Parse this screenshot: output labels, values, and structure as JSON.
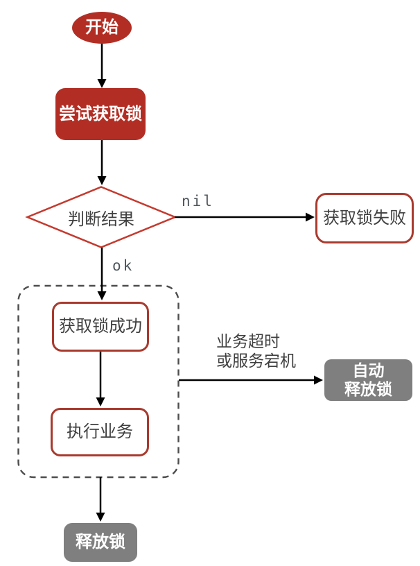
{
  "colors": {
    "red_fill": "#B22E24",
    "red_outline": "#A93A2E",
    "decision_border": "#C43A2E",
    "gray_fill": "#7F7F7F",
    "dashed_border": "#4D4D4D",
    "arrow": "#000000",
    "dark_text": "#404040",
    "edge_label_text": "#4F575C",
    "white_text": "#FFFFFF"
  },
  "nodes": {
    "start": {
      "label": "开始"
    },
    "try_acquire_lock": {
      "label": "尝试获取锁"
    },
    "judge_result": {
      "label": "判断结果"
    },
    "acquire_lock_failed": {
      "label": "获取锁失败"
    },
    "acquire_lock_success": {
      "label": "获取锁成功"
    },
    "execute_business": {
      "label": "执行业务"
    },
    "auto_release_lock": {
      "line1": "自动",
      "line2": "释放锁"
    },
    "release_lock": {
      "label": "释放锁"
    }
  },
  "edge_labels": {
    "nil": "nil",
    "ok": "ok",
    "timeout_line1": "业务超时",
    "timeout_line2": "或服务宕机"
  }
}
